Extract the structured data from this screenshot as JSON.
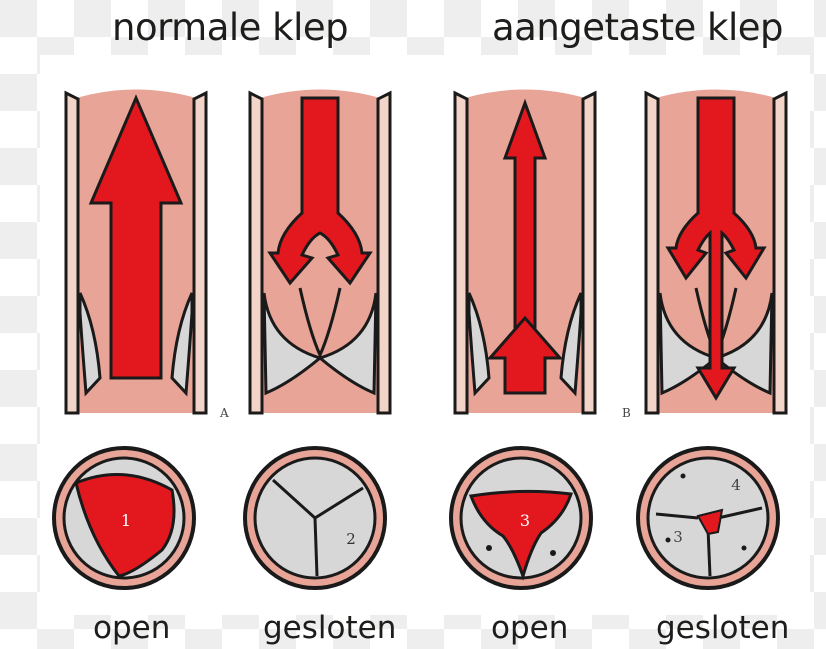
{
  "titles": {
    "normal": "normale klep",
    "affected": "aangetaste klep"
  },
  "captions": [
    "open",
    "gesloten",
    "open",
    "gesloten"
  ],
  "panel_letters": [
    "A",
    "B"
  ],
  "valve_numbers": [
    "1",
    "2",
    "3",
    "4",
    "3"
  ],
  "colors": {
    "flow": "#e3171e",
    "vessel": "#e7a497",
    "wall": "#f3d4c8",
    "outline": "#1a1a1a",
    "cusp": "#d7d7d7"
  }
}
